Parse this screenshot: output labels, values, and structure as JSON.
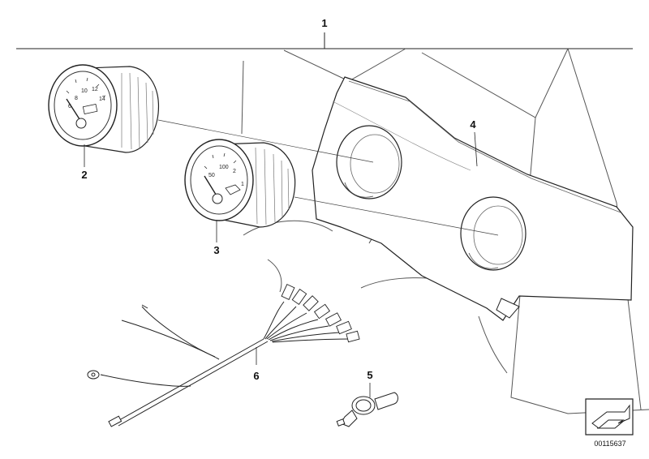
{
  "callouts": {
    "assembly": "1",
    "tachometer": "2",
    "pressure_gauge": "3",
    "instrument_panel": "4",
    "bulb_socket": "5",
    "wiring_harness": "6"
  },
  "gauges": {
    "tachometer": {
      "scale": [
        "8",
        "10",
        "12",
        "14",
        "6"
      ]
    },
    "pressure": {
      "scale": [
        "100",
        "50",
        "2",
        "1"
      ]
    }
  },
  "document_id": "00115637",
  "icon": "nav-arrow-icon"
}
